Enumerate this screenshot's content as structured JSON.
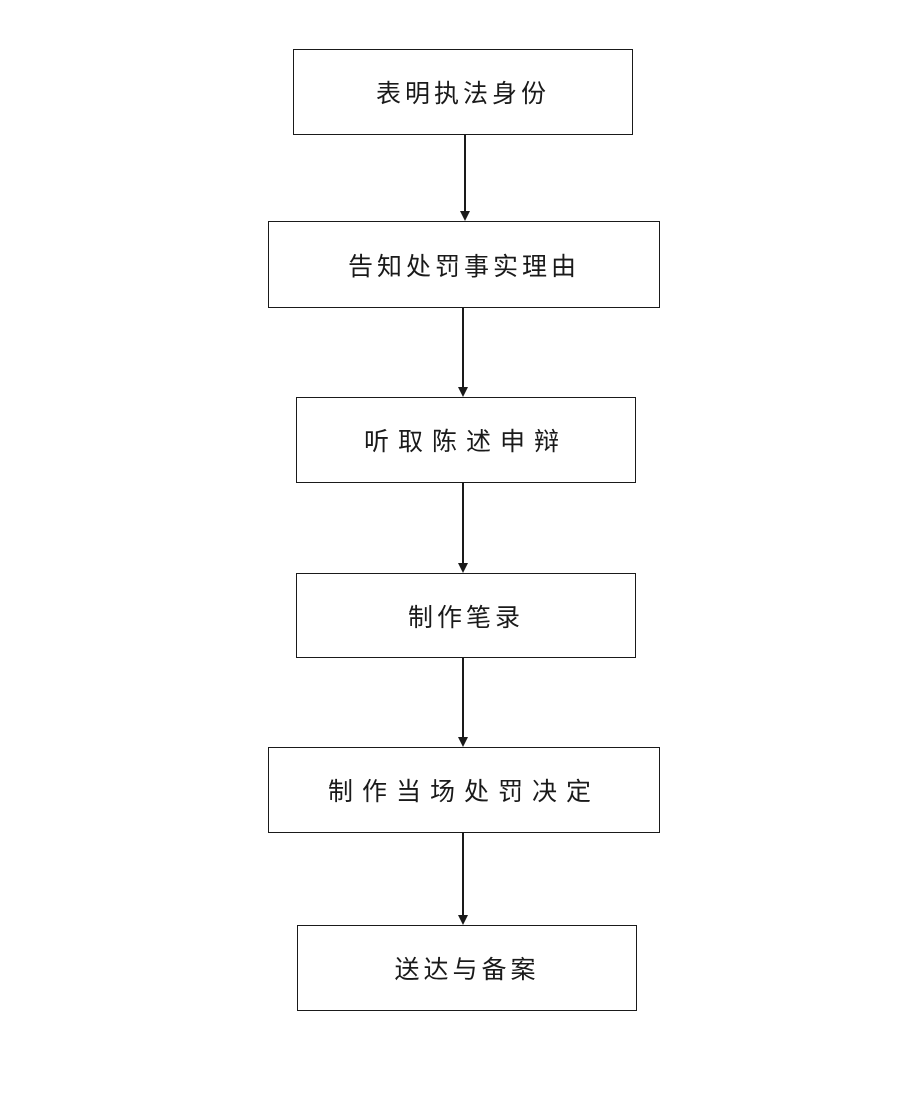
{
  "steps": [
    {
      "id": "show-identity",
      "label": "表明执法身份"
    },
    {
      "id": "inform-facts",
      "label": "告知处罚事实理由"
    },
    {
      "id": "hear-statement",
      "label": "听取陈述申辩"
    },
    {
      "id": "make-record",
      "label": "制作笔录"
    },
    {
      "id": "make-decision",
      "label": "制作当场处罚决定"
    },
    {
      "id": "deliver-file",
      "label": "送达与备案"
    }
  ],
  "connectors": [
    {
      "from": "show-identity",
      "to": "inform-facts"
    },
    {
      "from": "inform-facts",
      "to": "hear-statement"
    },
    {
      "from": "hear-statement",
      "to": "make-record"
    },
    {
      "from": "make-record",
      "to": "make-decision"
    },
    {
      "from": "make-decision",
      "to": "deliver-file"
    }
  ],
  "colors": {
    "stroke": "#1a1a1a",
    "background": "#ffffff"
  }
}
